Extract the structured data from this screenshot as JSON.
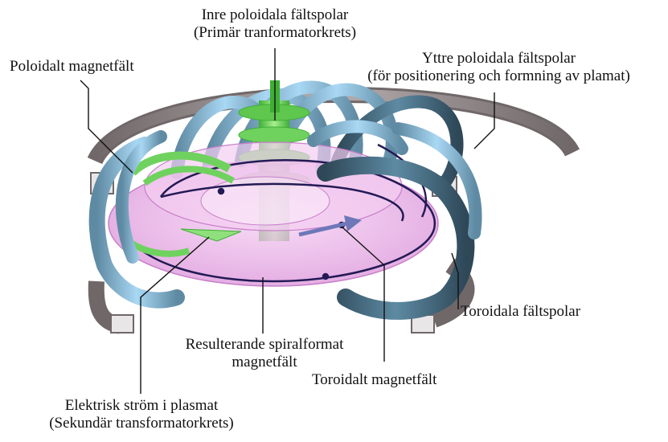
{
  "colors": {
    "plasma": "#e9a8e6",
    "plasma_edge": "#c77fc8",
    "toroidal_coil": "#8fc6ea",
    "toroidal_coil_dark": "#3f5f73",
    "outer_poloidal": "#8d8586",
    "inner_poloidal": "#7cd96a",
    "field_line": "#231a55",
    "leader": "#111111"
  },
  "labels": {
    "inner_coils_line1": "Inre poloidala fältspolar",
    "inner_coils_line2": "(Primär tranformatorkrets)",
    "poloidal_field": "Poloidalt magnetfält",
    "outer_coils_line1": "Yttre poloidala fältspolar",
    "outer_coils_line2": "(för positionering och formning av plamat)",
    "toroidal_coils": "Toroidala fältspolar",
    "resulting_line1": "Resulterande spiralformat",
    "resulting_line2": "magnetfält",
    "toroidal_field": "Toroidalt magnetfält",
    "current_line1": "Elektrisk ström i plasmat",
    "current_line2": "(Sekundär transformatorkrets)"
  }
}
